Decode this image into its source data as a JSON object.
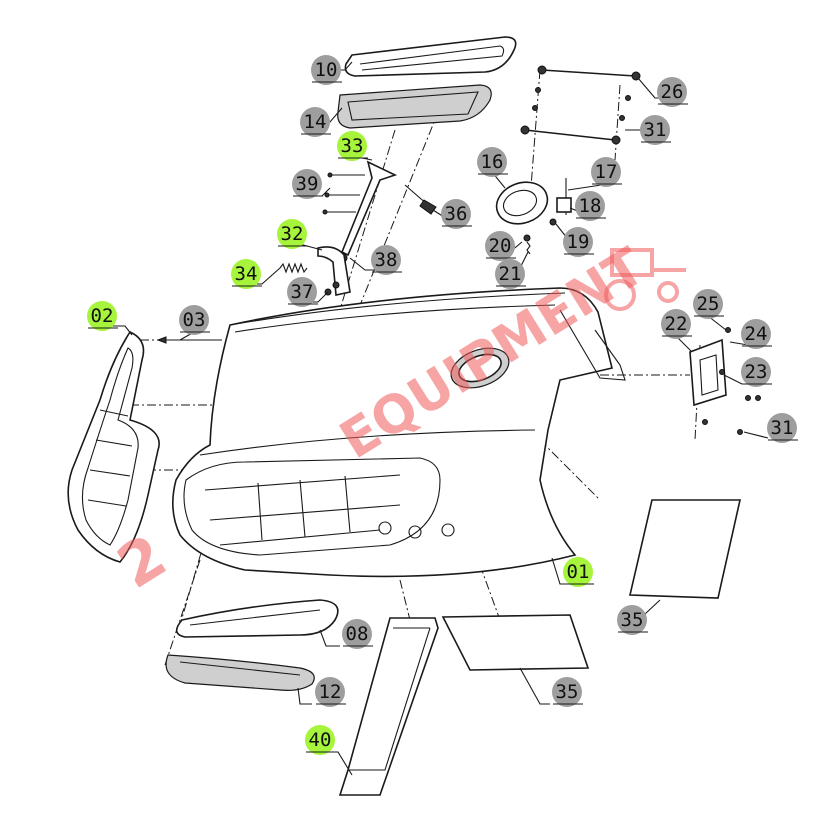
{
  "diagram": {
    "callouts": [
      {
        "id": "c10",
        "label": "10",
        "highlight": false
      },
      {
        "id": "c14",
        "label": "14",
        "highlight": false
      },
      {
        "id": "c26",
        "label": "26",
        "highlight": false
      },
      {
        "id": "c31a",
        "label": "31",
        "highlight": false
      },
      {
        "id": "c33",
        "label": "33",
        "highlight": true
      },
      {
        "id": "c16",
        "label": "16",
        "highlight": false
      },
      {
        "id": "c17",
        "label": "17",
        "highlight": false
      },
      {
        "id": "c39",
        "label": "39",
        "highlight": false
      },
      {
        "id": "c36",
        "label": "36",
        "highlight": false
      },
      {
        "id": "c18",
        "label": "18",
        "highlight": false
      },
      {
        "id": "c32",
        "label": "32",
        "highlight": true
      },
      {
        "id": "c20",
        "label": "20",
        "highlight": false
      },
      {
        "id": "c19",
        "label": "19",
        "highlight": false
      },
      {
        "id": "c38",
        "label": "38",
        "highlight": false
      },
      {
        "id": "c21",
        "label": "21",
        "highlight": false
      },
      {
        "id": "c34",
        "label": "34",
        "highlight": true
      },
      {
        "id": "c37",
        "label": "37",
        "highlight": false
      },
      {
        "id": "c25",
        "label": "25",
        "highlight": false
      },
      {
        "id": "c02",
        "label": "02",
        "highlight": true
      },
      {
        "id": "c03",
        "label": "03",
        "highlight": false
      },
      {
        "id": "c22",
        "label": "22",
        "highlight": false
      },
      {
        "id": "c24",
        "label": "24",
        "highlight": false
      },
      {
        "id": "c23",
        "label": "23",
        "highlight": false
      },
      {
        "id": "c31b",
        "label": "31",
        "highlight": false
      },
      {
        "id": "c01",
        "label": "01",
        "highlight": true
      },
      {
        "id": "c35a",
        "label": "35",
        "highlight": false
      },
      {
        "id": "c08",
        "label": "08",
        "highlight": false
      },
      {
        "id": "c12",
        "label": "12",
        "highlight": false
      },
      {
        "id": "c35b",
        "label": "35",
        "highlight": false
      },
      {
        "id": "c40",
        "label": "40",
        "highlight": true
      }
    ],
    "colors": {
      "callout_default": "#9e9e9e",
      "callout_highlight": "#a6f43c",
      "watermark": "#f05a5a"
    }
  },
  "watermark": {
    "text": "EQUIPMENT",
    "prefix": "2"
  }
}
